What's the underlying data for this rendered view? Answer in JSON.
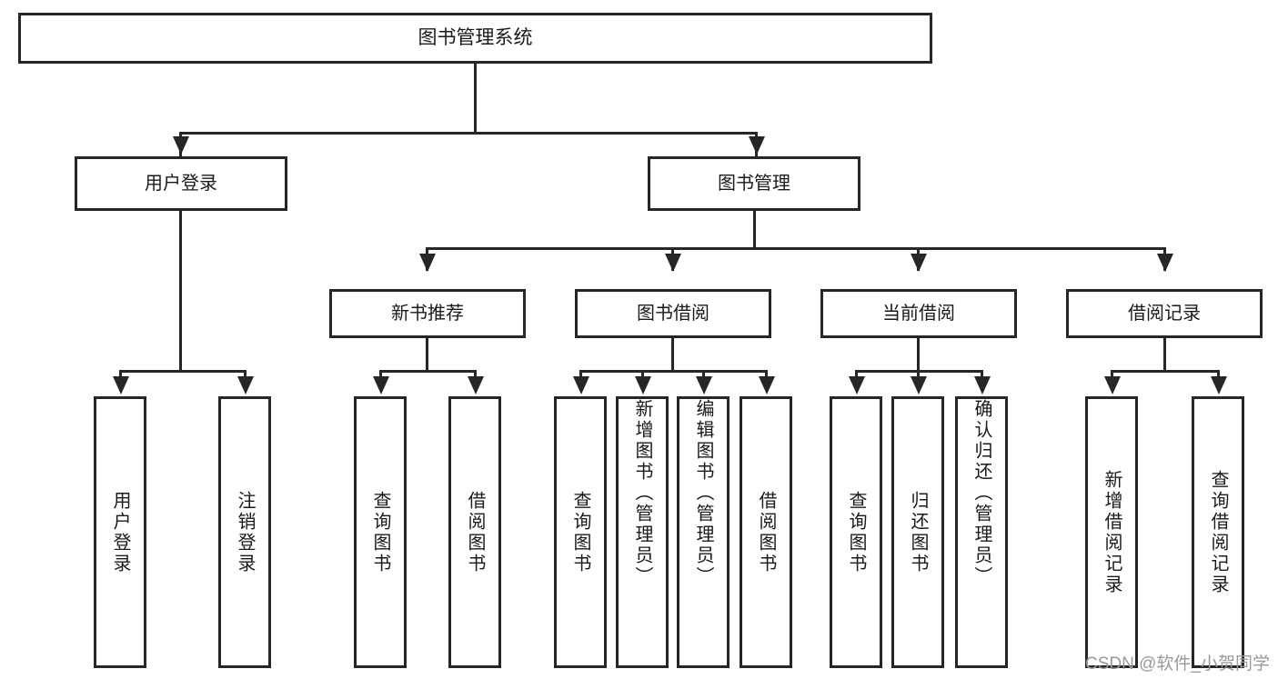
{
  "diagram": {
    "type": "tree-hierarchy",
    "title": "图书管理系统",
    "watermark": "CSDN @软件_小贺同学",
    "colors": {
      "stroke": "#262626",
      "fill": "#ffffff",
      "text": "#1a1a1a",
      "watermark": "#9a9a9a"
    },
    "nodes": {
      "root": {
        "label": "图书管理系统"
      },
      "level2": [
        {
          "label": "用户登录"
        },
        {
          "label": "图书管理"
        }
      ],
      "level3": [
        {
          "label": "新书推荐"
        },
        {
          "label": "图书借阅"
        },
        {
          "label": "当前借阅"
        },
        {
          "label": "借阅记录"
        }
      ],
      "leaves": {
        "user_login": [
          {
            "label": "用户登录"
          },
          {
            "label": "注销登录"
          }
        ],
        "new_book": [
          {
            "label": "查询图书"
          },
          {
            "label": "借阅图书"
          }
        ],
        "borrow": [
          {
            "label": "查询图书"
          },
          {
            "label": "新增图书（管理员）"
          },
          {
            "label": "编辑图书（管理员）"
          },
          {
            "label": "借阅图书"
          }
        ],
        "current": [
          {
            "label": "查询图书"
          },
          {
            "label": "归还图书"
          },
          {
            "label": "确认归还（管理员）"
          }
        ],
        "records": [
          {
            "label": "新增借阅记录"
          },
          {
            "label": "查询借阅记录"
          }
        ]
      }
    }
  }
}
